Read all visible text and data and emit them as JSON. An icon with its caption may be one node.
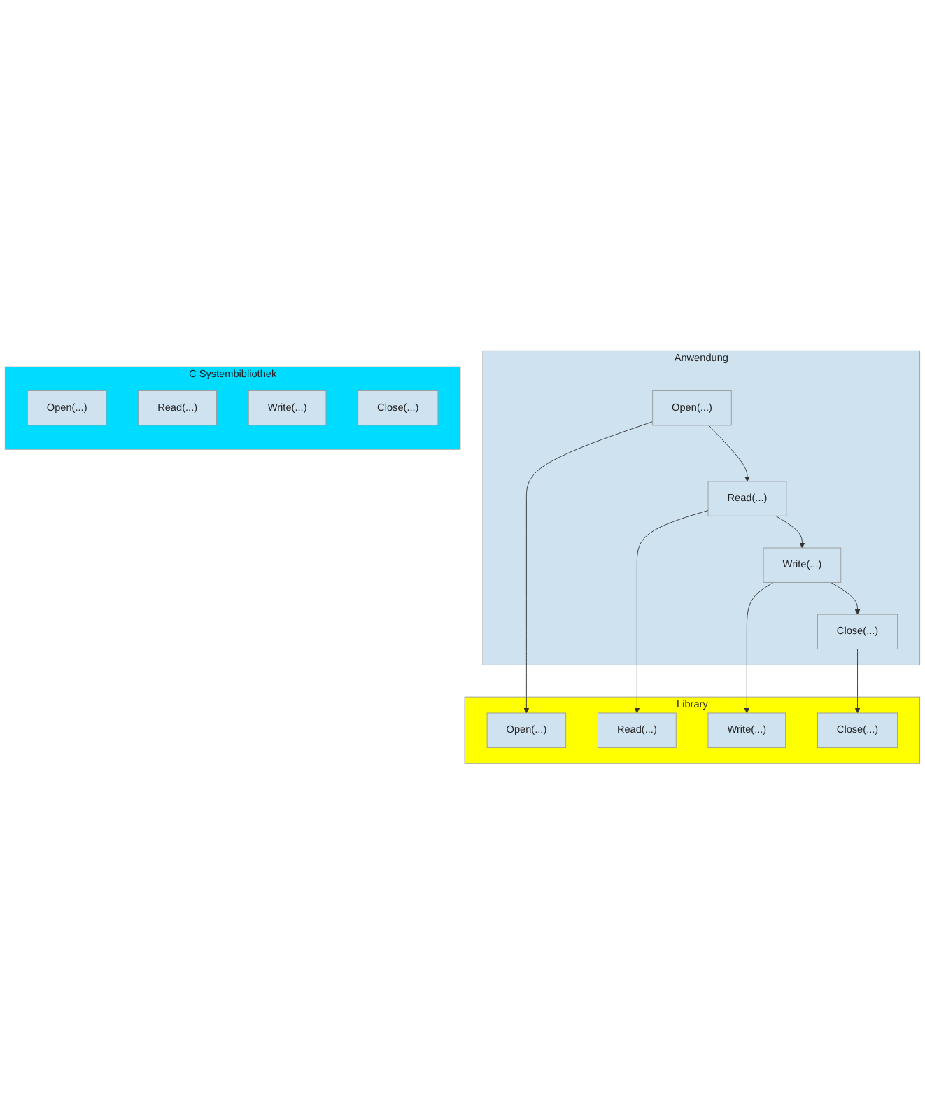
{
  "diagram": {
    "nodes": [
      {
        "text": [
          "Anwendung"
        ]
      },
      {
        "text": [
          "Open(...)"
        ],
        "in": 0
      },
      {
        "text": [
          "Read(...)"
        ],
        "in": 0
      },
      {
        "text": [
          "Write(...)"
        ],
        "in": 0
      },
      {
        "text": [
          "Close(...)"
        ],
        "in": 0
      },
      {
        "text": [
          "Library"
        ]
      },
      {
        "text": [
          "Open(...)"
        ],
        "in": 5
      },
      {
        "text": [
          "Read(...)"
        ],
        "in": 5
      },
      {
        "text": [
          "Write(...)"
        ],
        "in": 5
      },
      {
        "text": [
          "Close(...)"
        ],
        "in": 5
      },
      {
        "text": [
          "C Systembibliothek"
        ]
      },
      {
        "text": [
          "Open(...)"
        ],
        "in": 10
      },
      {
        "text": [
          "Read(...)"
        ],
        "in": 10
      },
      {
        "text": [
          "Write(...)"
        ],
        "in": 10
      },
      {
        "text": [
          "Close(...)"
        ],
        "in": 10
      }
    ],
    "edges": [
      {
        "from": 1,
        "to": 2,
        "arrow": "to"
      },
      {
        "from": 2,
        "to": 3,
        "arrow": "to"
      },
      {
        "from": 3,
        "to": 4,
        "arrow": "to"
      },
      {
        "from": 1,
        "to": 6,
        "arrow": "to"
      },
      {
        "from": 2,
        "to": 7,
        "arrow": "to"
      },
      {
        "from": 3,
        "to": 8,
        "arrow": "to"
      },
      {
        "from": 4,
        "to": 9,
        "arrow": "to"
      }
    ]
  }
}
